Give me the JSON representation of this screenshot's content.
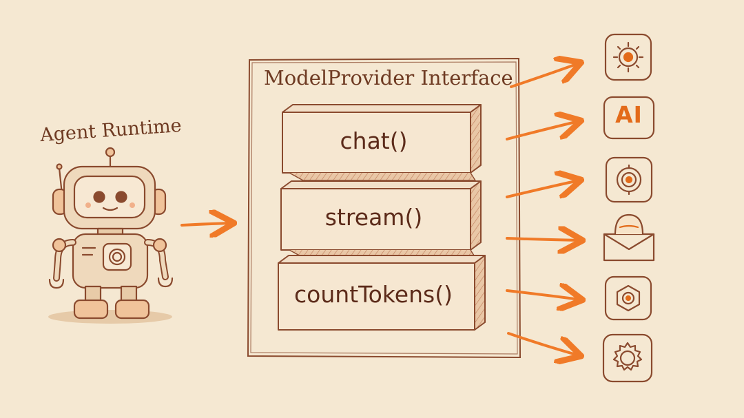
{
  "runtime": {
    "label": "Agent Runtime"
  },
  "interface": {
    "title": "ModelProvider Interface",
    "methods": [
      "chat()",
      "stream()",
      "countTokens()"
    ]
  },
  "providers": [
    {
      "icon": "sun-gear-icon"
    },
    {
      "icon": "ai-badge-icon",
      "text": "AI"
    },
    {
      "icon": "target-shield-icon"
    },
    {
      "icon": "dome-envelope-icon"
    },
    {
      "icon": "hexagon-shield-icon"
    },
    {
      "icon": "gear-icon"
    }
  ],
  "colors": {
    "background": "#f5e8d2",
    "ink": "#8a4a2e",
    "accent": "#f07a28",
    "icon_accent": "#e36b1a"
  }
}
